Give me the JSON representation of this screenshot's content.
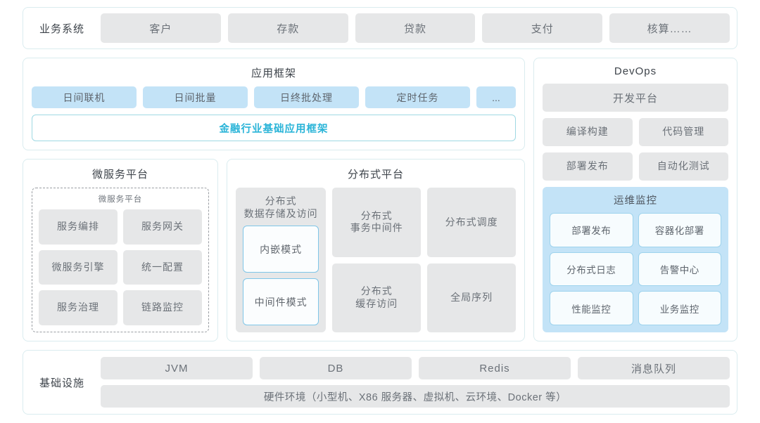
{
  "business_systems": {
    "label": "业务系统",
    "items": [
      "客户",
      "存款",
      "贷款",
      "支付",
      "核算……"
    ]
  },
  "app_framework": {
    "title": "应用框架",
    "chips": [
      "日间联机",
      "日间批量",
      "日终批处理",
      "定时任务",
      "..."
    ],
    "foundation_bar": "金融行业基础应用框架",
    "foundation_color": "#2ab4d8"
  },
  "microservice_platform": {
    "title": "微服务平台",
    "inner_title": "微服务平台",
    "items": [
      "服务编排",
      "服务网关",
      "微服务引擎",
      "统一配置",
      "服务治理",
      "链路监控"
    ]
  },
  "distributed_platform": {
    "title": "分布式平台",
    "storage": {
      "title": "分布式\n数据存储及访问",
      "title_line1": "分布式",
      "title_line2": "数据存储及访问",
      "modes": [
        "内嵌模式",
        "中间件模式"
      ]
    },
    "cells": [
      {
        "line1": "分布式",
        "line2": "事务中间件"
      },
      {
        "line1": "分布式调度",
        "line2": ""
      },
      {
        "line1": "分布式",
        "line2": "缓存访问"
      },
      {
        "line1": "全局序列",
        "line2": ""
      }
    ]
  },
  "devops": {
    "title": "DevOps",
    "platform": "开发平台",
    "items": [
      "编译构建",
      "代码管理",
      "部署发布",
      "自动化测试"
    ],
    "monitoring": {
      "title": "运维监控",
      "items": [
        "部署发布",
        "容器化部署",
        "分布式日志",
        "告警中心",
        "性能监控",
        "业务监控"
      ]
    }
  },
  "infrastructure": {
    "label": "基础设施",
    "items": [
      "JVM",
      "DB",
      "Redis",
      "消息队列"
    ],
    "hardware": "硬件环境（小型机、X86 服务器、虚拟机、云环境、Docker 等）"
  },
  "colors": {
    "chip_gray": "#e6e7e8",
    "chip_blue": "#c3e3f7",
    "frame_border": "#daecef",
    "accent": "#2ab4d8"
  }
}
